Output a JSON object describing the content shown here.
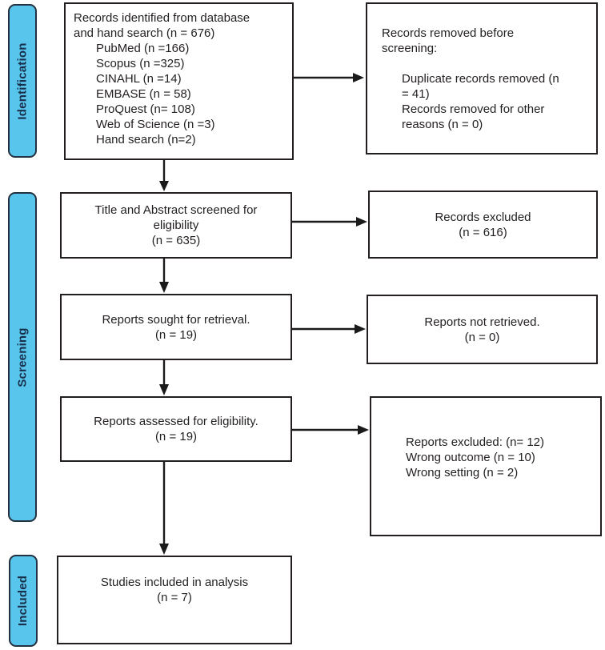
{
  "stages": [
    {
      "label": "Identification"
    },
    {
      "label": "Screening"
    },
    {
      "label": "Included"
    }
  ],
  "boxes": {
    "identified": {
      "headline": "Records identified from database and hand search (n = 676)",
      "items": [
        "PubMed (n =166)",
        "Scopus (n =325)",
        "CINAHL (n =14)",
        "EMBASE (n = 58)",
        "ProQuest (n= 108)",
        "Web of Science (n =3)",
        "Hand search (n=2)"
      ]
    },
    "removed": {
      "headline": "Records removed before screening:",
      "items": [
        "Duplicate records removed (n = 41)",
        "Records removed for other reasons (n = 0)"
      ]
    },
    "screened": {
      "line1": "Title and Abstract screened for eligibility",
      "line2": "(n = 635)"
    },
    "records_excluded": {
      "line1": "Records excluded",
      "line2": "(n = 616)"
    },
    "sought": {
      "line1": "Reports sought for retrieval.",
      "line2": "(n = 19)"
    },
    "not_retrieved": {
      "line1": "Reports not retrieved.",
      "line2": "(n = 0)"
    },
    "assessed": {
      "line1": "Reports assessed for eligibility.",
      "line2": "(n = 19)"
    },
    "reports_excluded": {
      "lines": [
        "Reports excluded: (n= 12)",
        "Wrong outcome (n = 10)",
        "Wrong setting (n = 2)"
      ]
    },
    "included": {
      "line1": "Studies included in analysis",
      "line2": "(n = 7)"
    }
  },
  "colors": {
    "stage_fill": "#58c6ec",
    "stage_border": "#243140",
    "box_border": "#231f20",
    "arrow": "#1a1a1a",
    "text": "#231f20"
  }
}
